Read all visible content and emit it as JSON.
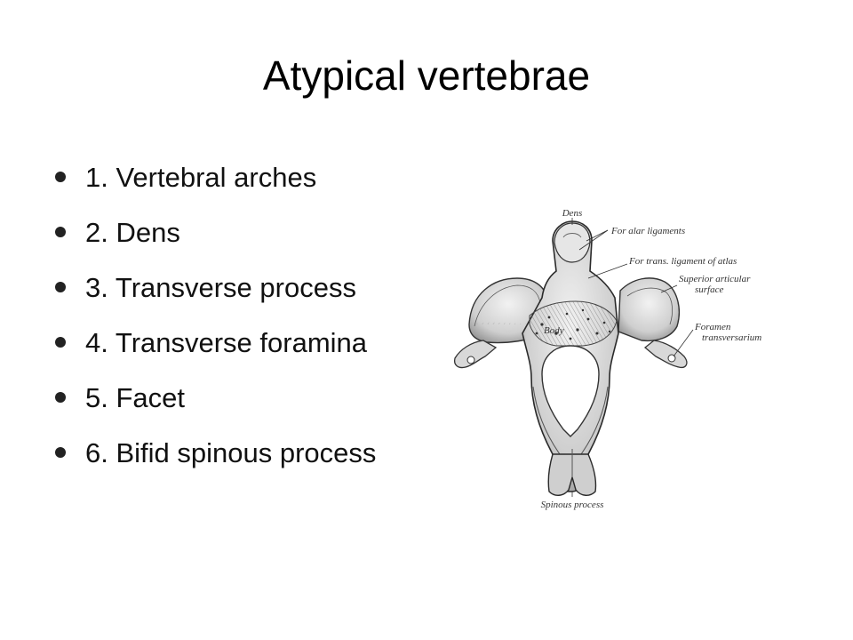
{
  "slide": {
    "title": "Atypical vertebrae",
    "bullets": [
      "1. Vertebral arches",
      "2. Dens",
      "3. Transverse process",
      "4. Transverse foramina",
      "5. Facet",
      "6. Bifid spinous process"
    ]
  },
  "figure": {
    "labels": {
      "dens": "Dens",
      "alar": "For alar ligaments",
      "trans_lig": "For trans. ligament of atlas",
      "superior_1": "Superior articular",
      "superior_2": "surface",
      "foramen_1": "Foramen",
      "foramen_2": "transversarium",
      "body": "Body",
      "spinous": "Spinous process"
    }
  }
}
